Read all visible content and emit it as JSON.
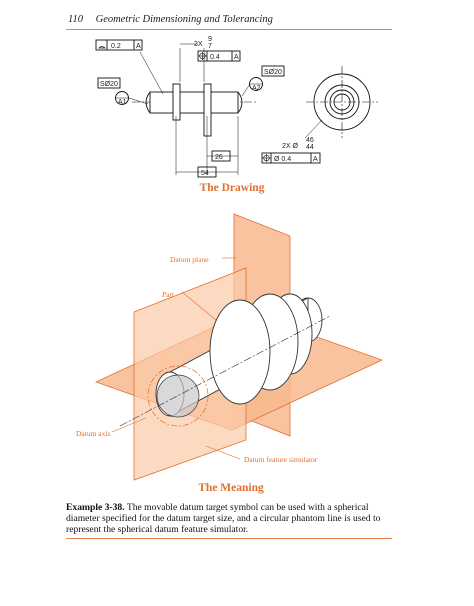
{
  "header": {
    "page_number": "110",
    "running_title": "Geometric Dimensioning and Tolerancing"
  },
  "drawing": {
    "caption": "The Drawing",
    "profile_tol": "0.2",
    "profile_datum": "A",
    "slot_count": "2X",
    "slot_size_upper": "9",
    "slot_size_lower": "7",
    "slot_position_tol": "0.4",
    "slot_position_datum": "A",
    "target_size_left": "SØ20",
    "target_left": "A1",
    "target_size_right": "SØ20",
    "target_right": "A2",
    "dim_26": "26",
    "dim_54": "54",
    "hole_count": "2X Ø",
    "hole_upper": "46",
    "hole_lower": "44",
    "hole_position_tol": "Ø 0.4",
    "hole_position_datum": "A"
  },
  "meaning": {
    "caption": "The Meaning",
    "label_datum_plane": "Datum plane",
    "label_part": "Part",
    "label_datum_axis": "Datum axis",
    "label_simulator": "Datum feature simulator"
  },
  "example": {
    "label": "Example 3-38.",
    "text": " The movable datum target symbol can be used with a spherical diameter specified for the datum target size, and a circular phantom line is used to represent the spherical datum feature simulator."
  },
  "colors": {
    "accent": "#e0702f",
    "plane_fill": "#f8b98e",
    "rule": "#e8854a"
  }
}
